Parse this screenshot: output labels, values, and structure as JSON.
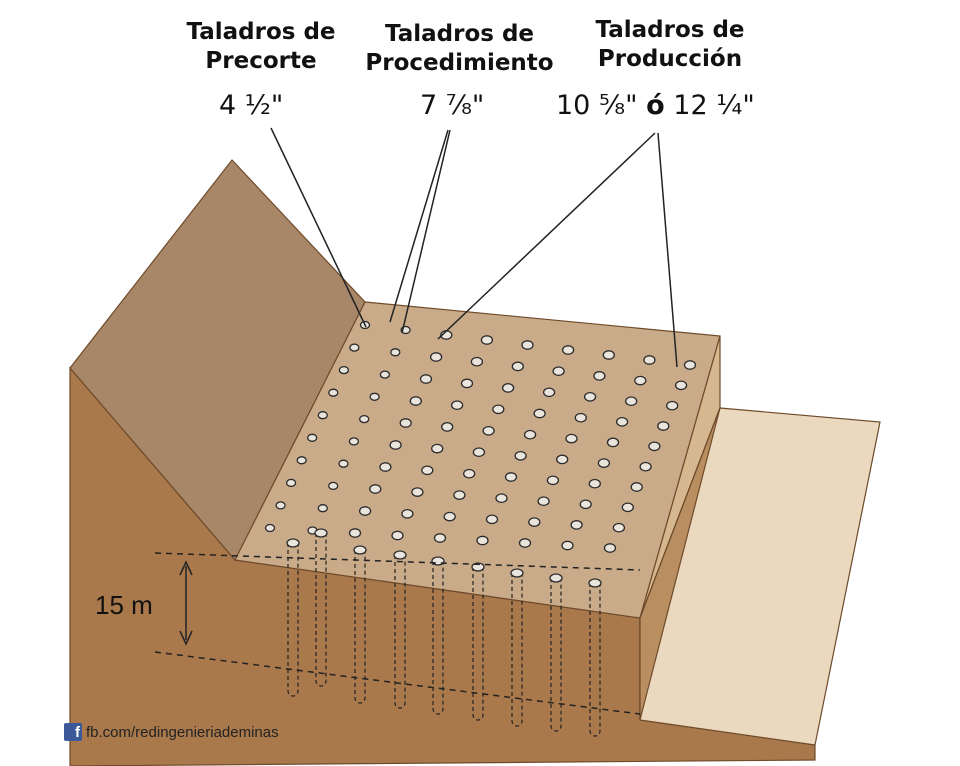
{
  "labels": {
    "precorte": {
      "title_line1": "Taladros de",
      "title_line2": "Precorte",
      "size": "4 ½\""
    },
    "procedimiento": {
      "title_line1": "Taladros de",
      "title_line2": "Procedimiento",
      "size": "7 ⁷⁄₈\""
    },
    "produccion": {
      "title_line1": "Taladros de",
      "title_line2": "Producción",
      "size_a": "10 ⁵⁄₈\"",
      "separator": "ó",
      "size_b": "12 ¼\""
    }
  },
  "dimension": {
    "label": "15 m"
  },
  "credit": {
    "icon_glyph": "f",
    "text": "fb.com/redingenieriademinas"
  },
  "colors": {
    "soil": "#a9794c",
    "soil_dark": "#8e6138",
    "bench_top": "#c9ab8a",
    "bench_face_front": "#b98e61",
    "bench_right_face": "#d6b890",
    "lower_bench_top": "#ead8bf",
    "slope_left": "#a88769",
    "hole_fill": "#e9e4dc",
    "hole_stroke": "#2a2a2a",
    "line": "#222222"
  }
}
